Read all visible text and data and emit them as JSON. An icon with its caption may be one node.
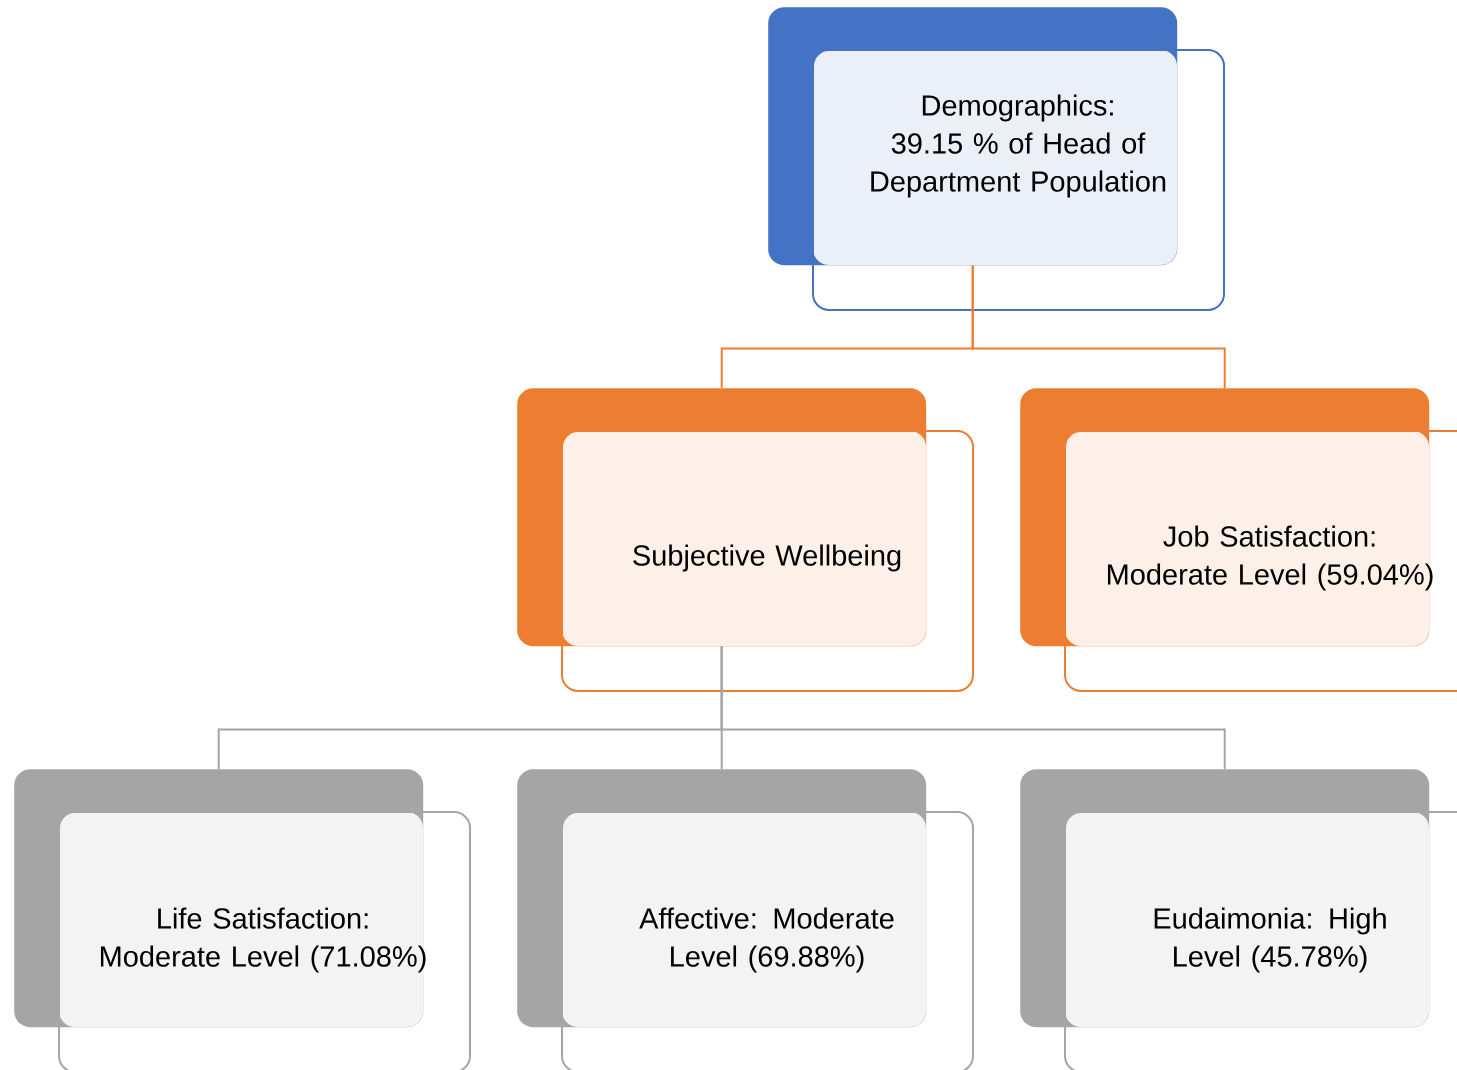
{
  "diagram": {
    "nodes": [
      {
        "text": [
          "Demographics: 39.15 % of Head of Department Population"
        ]
      },
      {
        "text": [
          "Subjective Wellbeing"
        ]
      },
      {
        "text": [
          "Job Satisfaction: Moderate Level (59.04%)"
        ]
      },
      {
        "text": [
          "Life Satisfaction: Moderate Level (71.08%)"
        ]
      },
      {
        "text": [
          "Affective: Moderate Level (69.88%)"
        ]
      },
      {
        "text": [
          "Eudaimonia: High Level (45.78%)"
        ]
      }
    ],
    "edges": [
      {
        "from": 0,
        "to": 1,
        "arrow": "none",
        "color": "#ed7d31"
      },
      {
        "from": 0,
        "to": 2,
        "arrow": "none",
        "color": "#ed7d31"
      },
      {
        "from": 1,
        "to": 3,
        "arrow": "none",
        "color": "#a5a5a5"
      },
      {
        "from": 1,
        "to": 4,
        "arrow": "none",
        "color": "#a5a5a5"
      },
      {
        "from": 1,
        "to": 5,
        "arrow": "none",
        "color": "#a5a5a5"
      }
    ]
  }
}
